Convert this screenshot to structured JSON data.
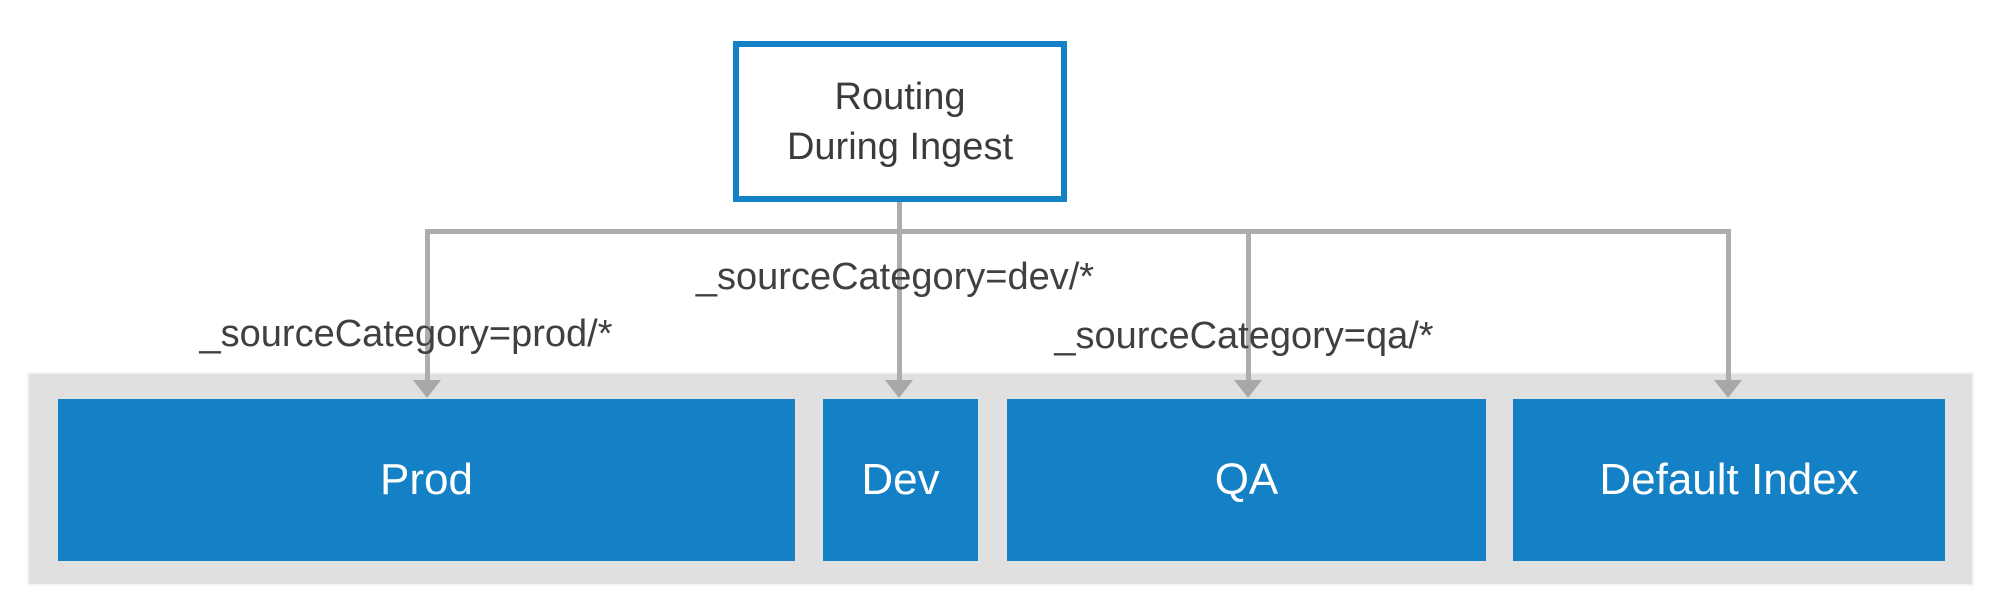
{
  "diagram": {
    "root": {
      "line1": "Routing",
      "line2": "During Ingest"
    },
    "edge_labels": {
      "prod": "_sourceCategory=prod/*",
      "dev": "_sourceCategory=dev/*",
      "qa": "_sourceCategory=qa/*"
    },
    "nodes": {
      "prod": "Prod",
      "dev": "Dev",
      "qa": "QA",
      "default_index": "Default Index"
    },
    "colors": {
      "accent_blue": "#1481c6",
      "connector_gray": "#adadad",
      "band_gray": "#e0e0e0",
      "text_dark": "#3b3b3b",
      "node_text": "#ffffff"
    }
  }
}
